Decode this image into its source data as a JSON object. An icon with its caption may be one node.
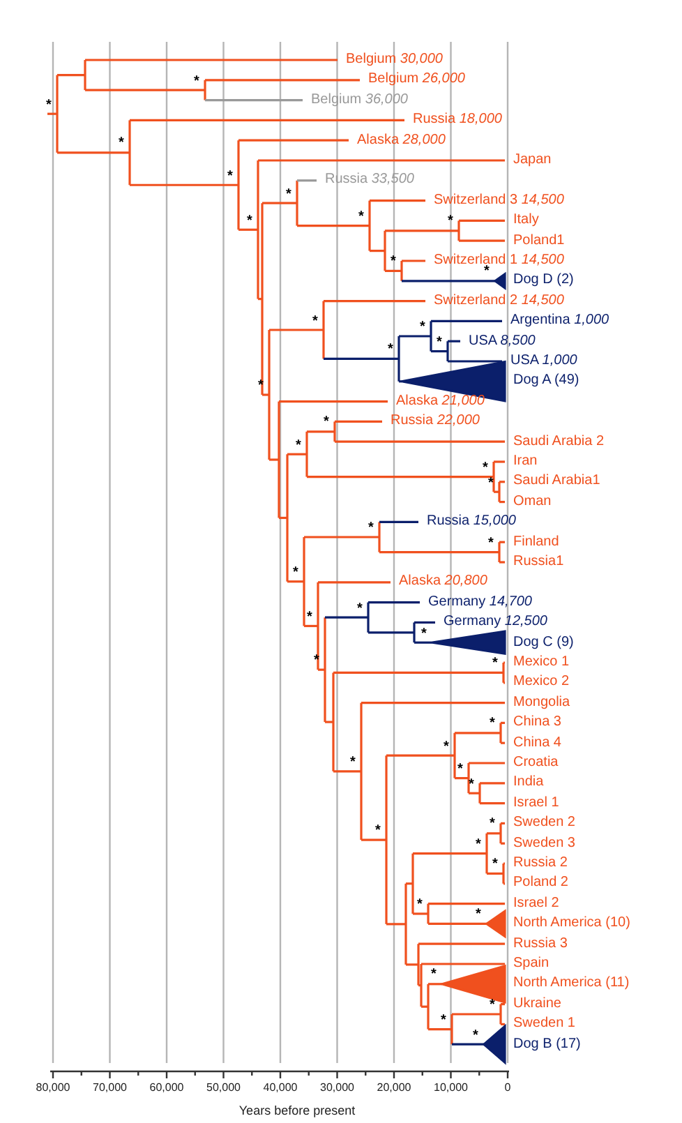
{
  "diagram": {
    "labels": [
      "Belgium *30,000*",
      "Belgium *26,000*",
      "Belgium *36,000*",
      "Russia *18,000*",
      "Alaska *28,000*",
      "Japan",
      "Russia *33,500*",
      "Switzerland 3 *14,500*",
      "Italy",
      "Poland1",
      "Switzerland 1 *14,500*",
      "Dog D (2)",
      "Switzerland 2 *14,500*",
      "Argentina *1,000*",
      "USA *8,500*",
      "USA *1,000*",
      "Dog A (49)",
      "Alaska *21,000*",
      "Russia *22,000*",
      "Saudi Arabia 2",
      "Iran",
      "Saudi Arabia1",
      "Oman",
      "Russia *15,000*",
      "Finland",
      "Russia1",
      "Alaska *20,800*",
      "Germany *14,700*",
      "Germany *12,500*",
      "Dog C (9)",
      "Mexico 1",
      "Mexico 2",
      "Mongolia",
      "China 3",
      "China 4",
      "Croatia",
      "India",
      "Israel 1",
      "Sweden 2",
      "Sweden 3",
      "Russia 2",
      "Poland 2",
      "Israel 2",
      "North America (10)",
      "Russia 3",
      "Spain",
      "North America (11)",
      "Ukraine",
      "Sweden 1",
      "Dog B (17)",
      "*",
      "*",
      "*",
      "*",
      "*",
      "*",
      "*",
      "*",
      "*",
      "*",
      "*",
      "*",
      "*",
      "*",
      "*",
      "*",
      "*",
      "*",
      "*",
      "*",
      "*",
      "*",
      "*",
      "*",
      "*",
      "*",
      "*",
      "*",
      "*",
      "*",
      "*",
      "*",
      "*",
      "*",
      "*",
      "*",
      "*",
      "*",
      "*",
      "*",
      "*",
      "*",
      "80,000",
      "70,000",
      "60,000",
      "50,000",
      "40,000",
      "30,000",
      "20,000",
      "10,000",
      "0",
      "Years before present"
    ]
  }
}
